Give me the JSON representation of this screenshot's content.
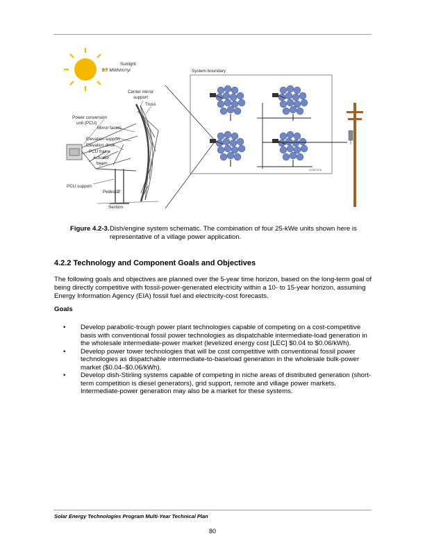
{
  "figure": {
    "labels": {
      "sunlight": "Sunlight",
      "sunlight_value": "2.7 MWh/m²/yr",
      "center_mirror_1": "Center mirror",
      "center_mirror_2": "support",
      "truss": "Truss",
      "pcu_1": "Power conversion",
      "pcu_2": "unit (PCU)",
      "mirror_facets": "Mirror facets",
      "elevation_support": "Elevation support",
      "elevation_drive": "Elevation drive",
      "pcu_frame": "PCU frame",
      "actuator_1": "Actuator",
      "actuator_2": "beam",
      "pcu_support": "PCU support",
      "pedestal": "Pedestal",
      "section": "Section",
      "system_boundary": "System boundary",
      "image_code": "00387506"
    }
  },
  "caption": {
    "number": "Figure 4.2-3.",
    "text": "Dish/engine system schematic. The combination of four 25-kWe units shown here is representative of a village power application."
  },
  "section": {
    "heading": "4.2.2 Technology and Component Goals and Objectives",
    "intro": "The following goals and objectives are planned over the 5-year time horizon, based on the long-term goal of being directly competitive with fossil-power-generated electricity within a 10- to 15-year horizon, assuming Energy Information Agency (EIA) fossil fuel and electricity-cost forecasts.",
    "goals_title": "Goals",
    "goals": [
      "Develop parabolic-trough power plant technologies capable of competing on a cost-competitive basis with conventional fossil power technologies as dispatchable intermediate-load generation in the wholesale intermediate-power market (levelized energy cost [LEC] $0.04 to $0.06/kWh).",
      "Develop power tower technologies that will be cost competitive with conventional fossil power technologies as dispatchable intermediate-to-baseload generation in the wholesale bulk-power market ($0.04–$0.06/kWh).",
      "Develop dish-Stirling systems capable of competing in niche areas of distributed generation (short-term competition is diesel generators), grid support, remote and village power markets. Intermediate-power generation may also be a market for these systems."
    ]
  },
  "footer": {
    "title": "Solar Energy Technologies Program Multi-Year Technical Plan",
    "page_number": "80"
  }
}
